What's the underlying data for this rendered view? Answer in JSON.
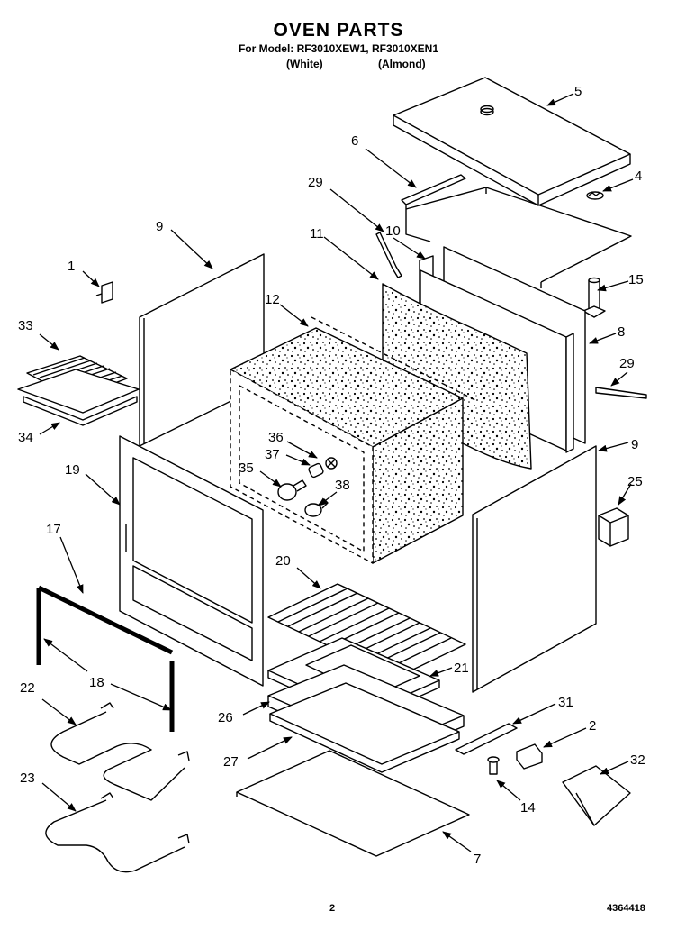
{
  "header": {
    "title": "OVEN PARTS",
    "models": "For Model: RF3010XEW1, RF3010XEN1",
    "variant_1": "(White)",
    "variant_2": "(Almond)"
  },
  "callouts": [
    {
      "id": "c5",
      "label": "5"
    },
    {
      "id": "c6",
      "label": "6"
    },
    {
      "id": "c4",
      "label": "4"
    },
    {
      "id": "c29a",
      "label": "29"
    },
    {
      "id": "c10",
      "label": "10"
    },
    {
      "id": "c9a",
      "label": "9"
    },
    {
      "id": "c11",
      "label": "11"
    },
    {
      "id": "c15",
      "label": "15"
    },
    {
      "id": "c1",
      "label": "1"
    },
    {
      "id": "c12",
      "label": "12"
    },
    {
      "id": "c33",
      "label": "33"
    },
    {
      "id": "c8",
      "label": "8"
    },
    {
      "id": "c29b",
      "label": "29"
    },
    {
      "id": "c34",
      "label": "34"
    },
    {
      "id": "c36",
      "label": "36"
    },
    {
      "id": "c37",
      "label": "37"
    },
    {
      "id": "c35",
      "label": "35"
    },
    {
      "id": "c9b",
      "label": "9"
    },
    {
      "id": "c19",
      "label": "19"
    },
    {
      "id": "c38",
      "label": "38"
    },
    {
      "id": "c25",
      "label": "25"
    },
    {
      "id": "c17",
      "label": "17"
    },
    {
      "id": "c20",
      "label": "20"
    },
    {
      "id": "c21",
      "label": "21"
    },
    {
      "id": "c18",
      "label": "18"
    },
    {
      "id": "c22",
      "label": "22"
    },
    {
      "id": "c31",
      "label": "31"
    },
    {
      "id": "c26",
      "label": "26"
    },
    {
      "id": "c2",
      "label": "2"
    },
    {
      "id": "c27",
      "label": "27"
    },
    {
      "id": "c32",
      "label": "32"
    },
    {
      "id": "c23",
      "label": "23"
    },
    {
      "id": "c14",
      "label": "14"
    },
    {
      "id": "c7",
      "label": "7"
    }
  ],
  "footer": {
    "page_number": "2",
    "document_number": "4364418"
  }
}
